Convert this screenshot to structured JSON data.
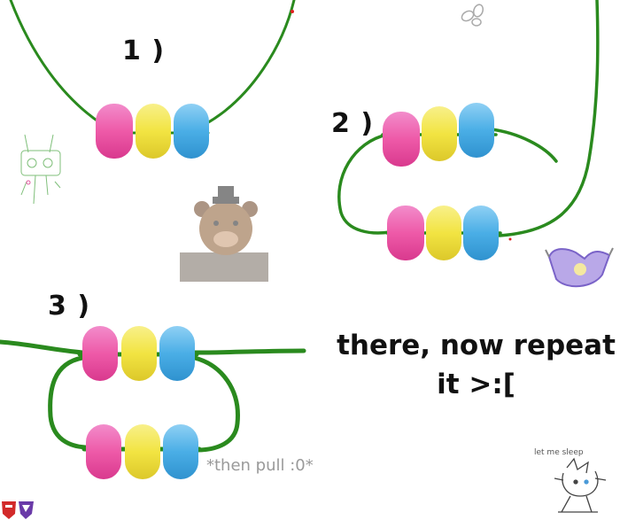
{
  "steps": [
    {
      "label": "1 )",
      "beads": [
        "pink",
        "yellow",
        "blue"
      ]
    },
    {
      "label": "2 )",
      "beads": [
        "pink",
        "yellow",
        "blue"
      ]
    },
    {
      "label": "3 )",
      "beads": [
        "pink",
        "yellow",
        "blue"
      ]
    }
  ],
  "instruction": {
    "line1": "there, now repeat",
    "line2": "it >:["
  },
  "note_pull": "*then pull :0*",
  "note_sleep": "let me sleep",
  "colors": {
    "string": "#2a8a1e",
    "pink": "#ee5aa8",
    "yellow": "#f2e442",
    "blue": "#4aaee6",
    "text": "#111111",
    "note": "#9a9a9a"
  },
  "decorations": [
    "bow-doodle-icon",
    "robot-doodle-icon",
    "bear-sticker-icon",
    "ghost-doodle-icon",
    "cat-doodle-icon",
    "autobot-icon",
    "decepticon-icon"
  ]
}
